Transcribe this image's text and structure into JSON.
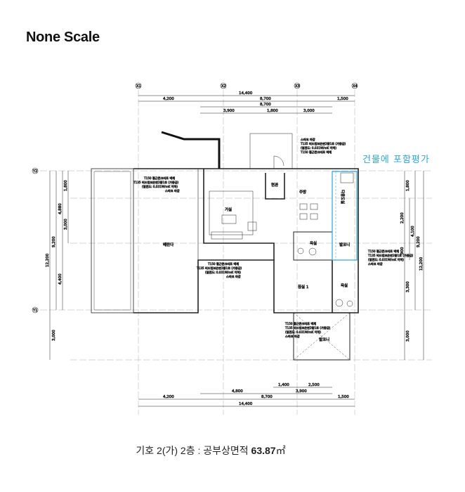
{
  "title": "None Scale",
  "note_blue": "건물에 포함평가",
  "caption": {
    "prefix": "기호 2(가) 2층 : 공부상면적",
    "area": "63.87",
    "unit": "㎡"
  },
  "colors": {
    "highlight": "#2aa7df",
    "line": "#222222"
  },
  "axes": {
    "x": [
      "X1",
      "X2",
      "X3",
      "X4"
    ],
    "y": [
      "Y2",
      "Y1"
    ]
  },
  "dims": {
    "top": {
      "total": "14,400",
      "row2": [
        "4,200",
        "8,700",
        "1,500"
      ],
      "row3": "8,700",
      "row4": [
        "3,900",
        "1,800",
        "3,000"
      ]
    },
    "bottom": {
      "row1": [
        "1,400",
        "2,500"
      ],
      "row2": [
        "4,800",
        "3,900"
      ],
      "row3": [
        "4,200",
        "8,700",
        "1,500"
      ],
      "total": "14,400"
    },
    "left": {
      "total": "12,200",
      "sub": "9,200",
      "a": [
        "4,880",
        "4,400"
      ],
      "b": [
        "1,800",
        "3,000"
      ],
      "bottom": "3,000"
    },
    "right": {
      "col1": [
        "1,800",
        "2,200",
        "900",
        "3,300",
        "3,000"
      ],
      "col2": "4,100",
      "col3": "9,200",
      "total": "12,200"
    }
  },
  "rooms": {
    "entrance": "현관",
    "kitchen": "주방",
    "living": "거실",
    "veranda": "베란다",
    "bath1": "욕실",
    "balcony1": "발코니",
    "bedroom": "침실 1",
    "bath2": "욕실",
    "balcony2": "발코니",
    "utility": "다용도실"
  },
  "wall_note": [
    "T150 철근콘크리트 벽체",
    "T135 비드법보온판2종1호 (가등급)",
    "(열전도: 0.031W/mK 이하)",
    "스타코 마감"
  ],
  "wall_note_top": [
    "스타코 마감",
    "T135 비드법보온판2종1호 (가등급)",
    "(열전도: 0.031W/mK 이하)",
    "T150 철근콘크리트 벽체"
  ]
}
